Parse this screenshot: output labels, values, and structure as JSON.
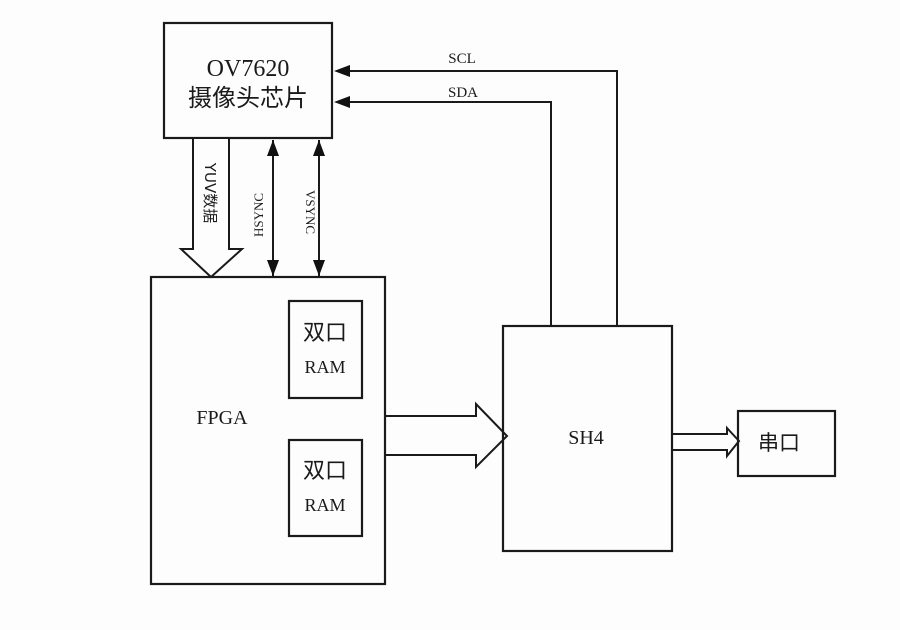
{
  "diagram": {
    "type": "block-diagram",
    "nodes": {
      "camera_chip": {
        "model": "OV7620",
        "label": "摄像头芯片"
      },
      "fpga": {
        "label": "FPGA"
      },
      "ram1": {
        "line1": "双口",
        "line2": "RAM"
      },
      "ram2": {
        "line1": "双口",
        "line2": "RAM"
      },
      "sh4": {
        "label": "SH4"
      },
      "serial_port": {
        "label": "串口"
      }
    },
    "edges": {
      "yuv": {
        "label": "YUV数据",
        "from": "camera_chip",
        "to": "fpga",
        "style": "wide-arrow"
      },
      "hsync": {
        "label": "HSYNC",
        "from": "camera_chip",
        "to": "fpga",
        "style": "bidirectional"
      },
      "vsync": {
        "label": "VSYNC",
        "from": "camera_chip",
        "to": "fpga",
        "style": "bidirectional"
      },
      "scl": {
        "label": "SCL",
        "from": "sh4",
        "to": "camera_chip",
        "style": "arrow"
      },
      "sda": {
        "label": "SDA",
        "from": "sh4",
        "to": "camera_chip",
        "style": "arrow"
      },
      "fpga_to_sh4": {
        "label": "",
        "from": "fpga",
        "to": "sh4",
        "style": "wide-arrow"
      },
      "sh4_to_serial": {
        "label": "",
        "from": "sh4",
        "to": "serial_port",
        "style": "wide-arrow"
      }
    }
  }
}
